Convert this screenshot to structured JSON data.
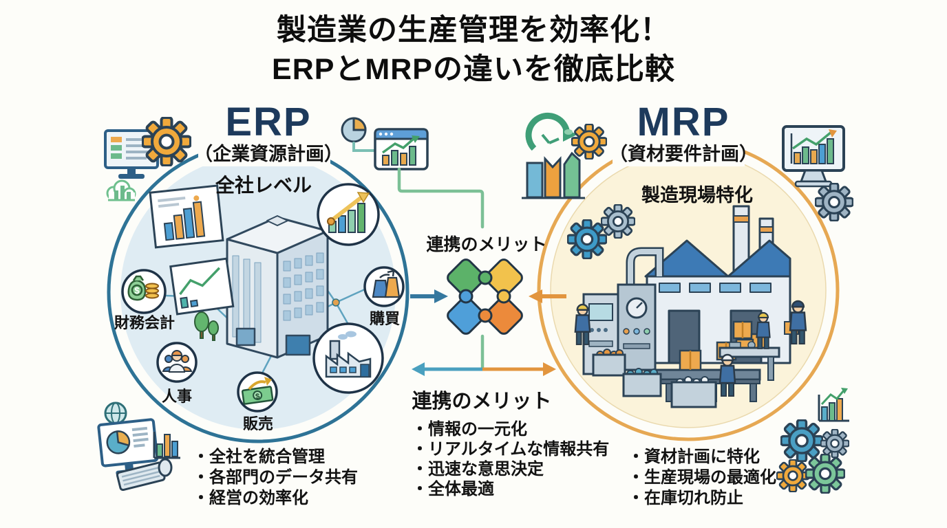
{
  "page": {
    "background": "#fdfdf9"
  },
  "title": {
    "line1": "製造業の生産管理を効率化！",
    "line2": "ERPとMRPの違いを徹底比較"
  },
  "erp": {
    "name": "ERP",
    "subtitle": "（企業資源計画）",
    "scope": "全社レベル",
    "accent_color": "#2e7396",
    "fill_color": "#dfecf3",
    "modules": [
      {
        "label": "財務会計",
        "icon": "money-bag-icon"
      },
      {
        "label": "人事",
        "icon": "people-icon"
      },
      {
        "label": "販売",
        "icon": "sales-banknote-icon"
      },
      {
        "label": "購買",
        "icon": "procurement-icon"
      }
    ],
    "features": [
      "・全社を統合管理",
      "・各部門のデータ共有",
      "・経営の効率化"
    ]
  },
  "mrp": {
    "name": "MRP",
    "subtitle": "（資材要件計画）",
    "scope": "製造現場特化",
    "accent_color": "#e6a853",
    "fill_color": "#fbf3da",
    "features": [
      "・資材計画に特化",
      "・生産現場の最適化",
      "・在庫切れ防止"
    ]
  },
  "integration": {
    "label_top": "連携のメリット",
    "label_bottom": "連携のメリット",
    "benefits": [
      "・情報の一元化",
      "・リアルタイムな情報共有",
      "・迅速な意思決定",
      "・全体最適"
    ],
    "connector_color": "#7cc096",
    "erp_arrow_color": "#35789f",
    "mrp_arrow_color": "#e2953e",
    "puzzle_colors": [
      "#5cb269",
      "#f2c24c",
      "#4f9fd9",
      "#ec8a3b"
    ]
  },
  "decorations": {
    "top_left": [
      "report-monitor-icon",
      "gear-icon",
      "cloud-chart-icon"
    ],
    "top_center": [
      "pie-chart-icon",
      "browser-chart-icon"
    ],
    "center_right_top": [
      "cycle-chart-icon",
      "gear-icon"
    ],
    "top_right": [
      "monitor-chart-icon",
      "gear-icon"
    ],
    "bottom_left": [
      "globe-bulb-icon",
      "analytics-monitor-icon",
      "bar-chart-icon",
      "keyboard-icon",
      "mouse-icon"
    ],
    "bottom_right": [
      "growth-chart-icon",
      "gear-icons"
    ],
    "center": [
      "puzzle-pieces-icon"
    ]
  }
}
